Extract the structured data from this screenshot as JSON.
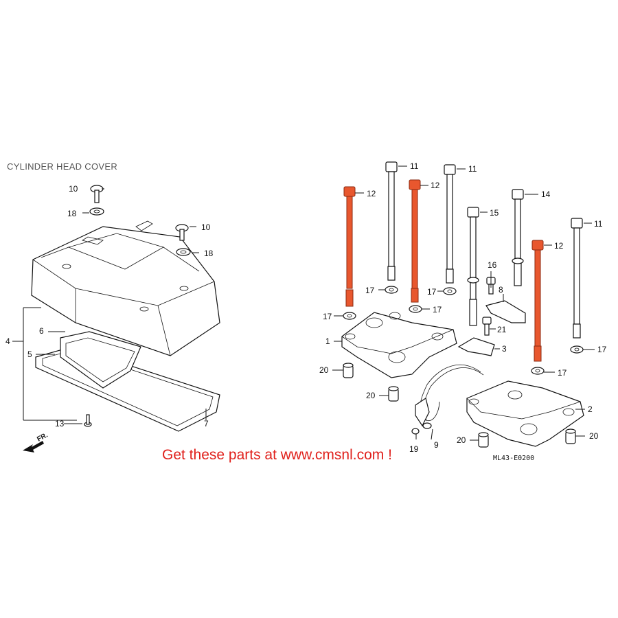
{
  "title": "CYLINDER HEAD COVER",
  "promo": "Get these parts at www.cmsnl.com !",
  "diagram_code": "ML43-E0200",
  "direction_label": "FR.",
  "colors": {
    "highlight": "#e8572e",
    "promo": "#e0201b"
  },
  "labels": {
    "c1": "1",
    "c2": "2",
    "c3": "3",
    "c4": "4",
    "c5": "5",
    "c6": "6",
    "c7": "7",
    "c8": "8",
    "c9": "9",
    "c10a": "10",
    "c10b": "10",
    "c11a": "11",
    "c11b": "11",
    "c11c": "11",
    "c12a": "12",
    "c12b": "12",
    "c12c": "12",
    "c13": "13",
    "c14": "14",
    "c15": "15",
    "c16": "16",
    "c17a": "17",
    "c17b": "17",
    "c17c": "17",
    "c17d": "17",
    "c17e": "17",
    "c17f": "17",
    "c18a": "18",
    "c18b": "18",
    "c19": "19",
    "c20a": "20",
    "c20b": "20",
    "c20c": "20",
    "c20d": "20",
    "c21": "21"
  }
}
